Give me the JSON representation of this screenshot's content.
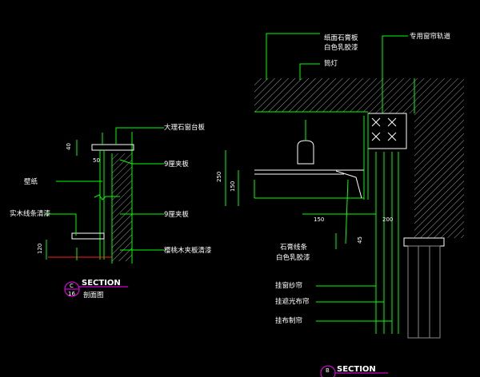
{
  "colors": {
    "background": "#000000",
    "line": "#00ff00",
    "text": "#ffffff",
    "accent": "#ff00ff",
    "hatch": "#9a9a9a"
  },
  "left_section": {
    "labels": {
      "marble_sill": "大理石窗台板",
      "ply_top": "9厘夹板",
      "wallpaper": "壁纸",
      "wood_trim": "实木线条清漆",
      "ply_bottom": "9厘夹板",
      "cherry_ply": "樱桃木夹板清漆"
    },
    "dims": {
      "d40": "40",
      "d50": "50",
      "d120": "120"
    },
    "tag": {
      "title": "SECTION",
      "top": "C",
      "bottom": "16",
      "caption": "剖面图"
    }
  },
  "right_section": {
    "labels": {
      "gypsum_line1": "纸面石膏板",
      "gypsum_line2": "白色乳胶漆",
      "track": "专用窗帘轨道",
      "lamp": "筒灯",
      "trim_line1": "石膏线条",
      "trim_line2": "白色乳胶漆",
      "sheer": "挂窗纱帘",
      "blackout": "挂遮光布帘",
      "cloth": "挂布制帘"
    },
    "dims": {
      "d250": "250",
      "d150v": "150",
      "d150h": "150",
      "d200": "200",
      "d45": "45"
    },
    "tag": {
      "title": "SECTION",
      "top": "B"
    }
  }
}
